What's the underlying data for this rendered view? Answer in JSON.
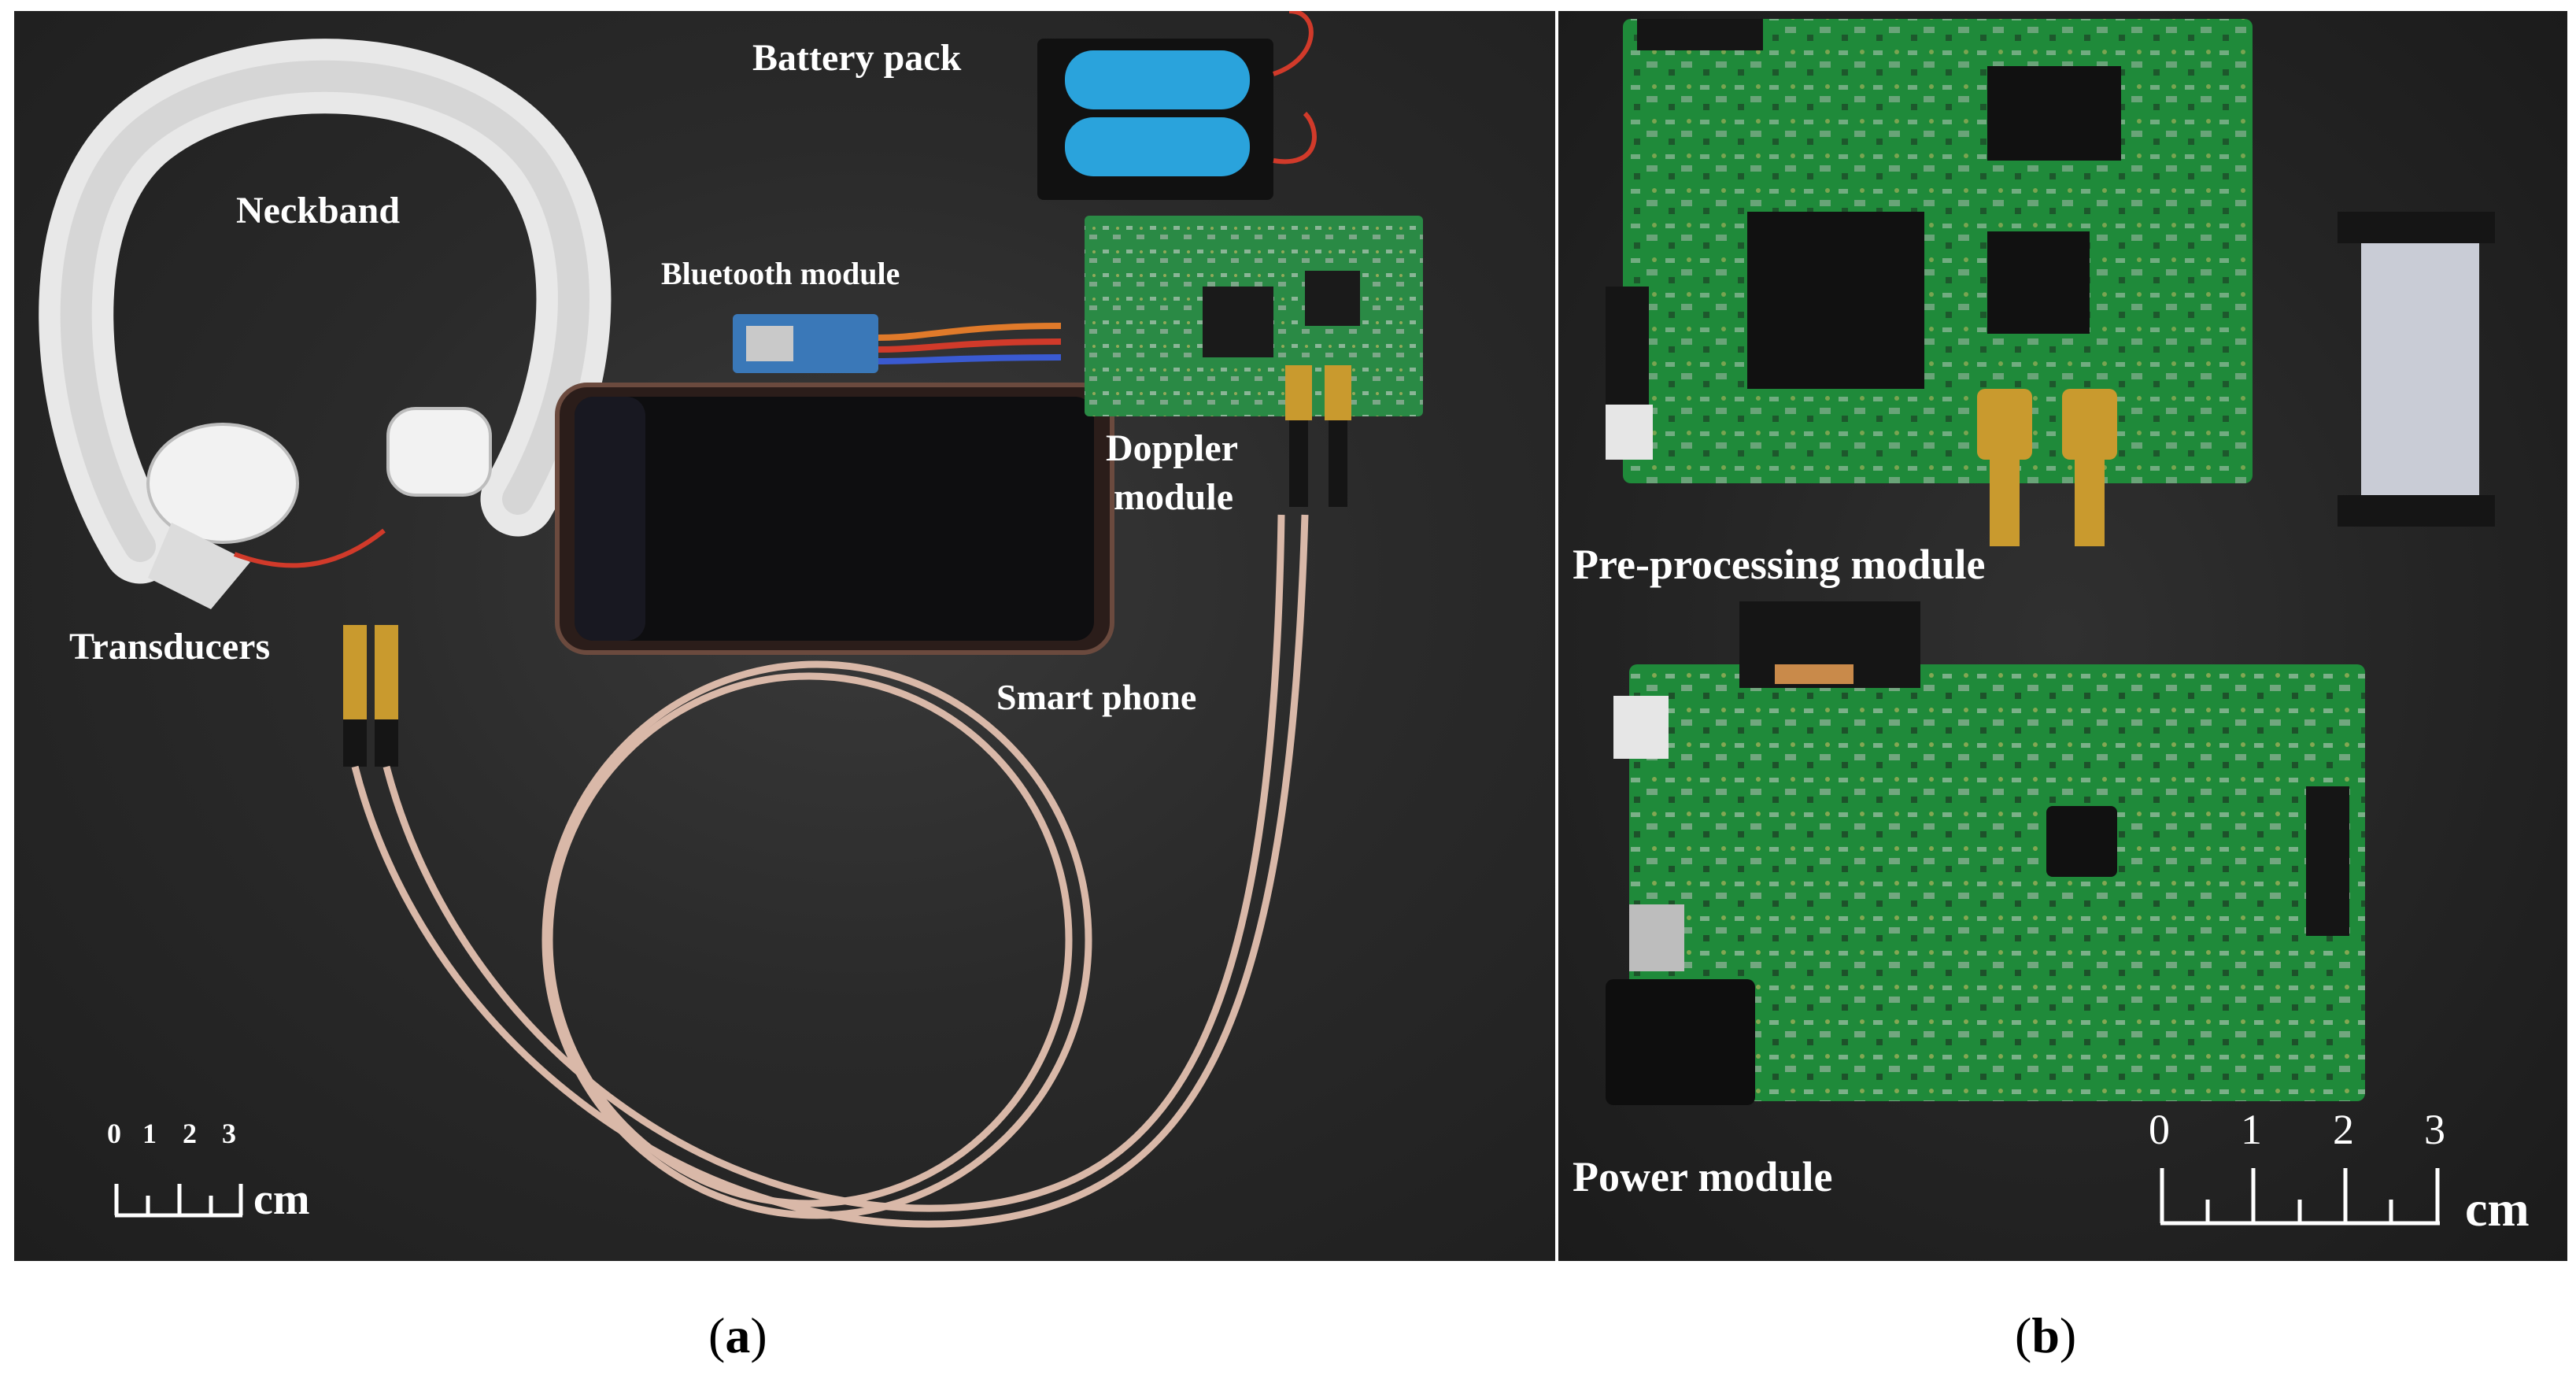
{
  "panel_a": {
    "labels": {
      "battery_pack": "Battery pack",
      "neckband": "Neckband",
      "bluetooth_module": "Bluetooth module",
      "doppler_line1": "Doppler",
      "doppler_line2": "module",
      "transducers": "Transducers",
      "smart_phone": "Smart phone"
    },
    "scale": {
      "ticks": [
        "0",
        "1",
        "2",
        "3"
      ],
      "unit": "cm"
    },
    "caption": {
      "open": "(",
      "letter": "a",
      "close": ")"
    }
  },
  "panel_b": {
    "labels": {
      "preprocessing_module": "Pre-processing module",
      "power_module": "Power  module"
    },
    "scale": {
      "ticks": [
        "0",
        "1",
        "2",
        "3"
      ],
      "unit": "cm"
    },
    "caption": {
      "open": "(",
      "letter": "b",
      "close": ")"
    }
  },
  "colors": {
    "background": "#2a2a2a",
    "pcb_green": "#1f8a3a",
    "label_text": "#ffffff",
    "cable": "#d9b8a8",
    "battery_blue": "#2aa3dc",
    "neckband_white": "#e6e6e6",
    "connector_gold": "#c99a2e"
  }
}
